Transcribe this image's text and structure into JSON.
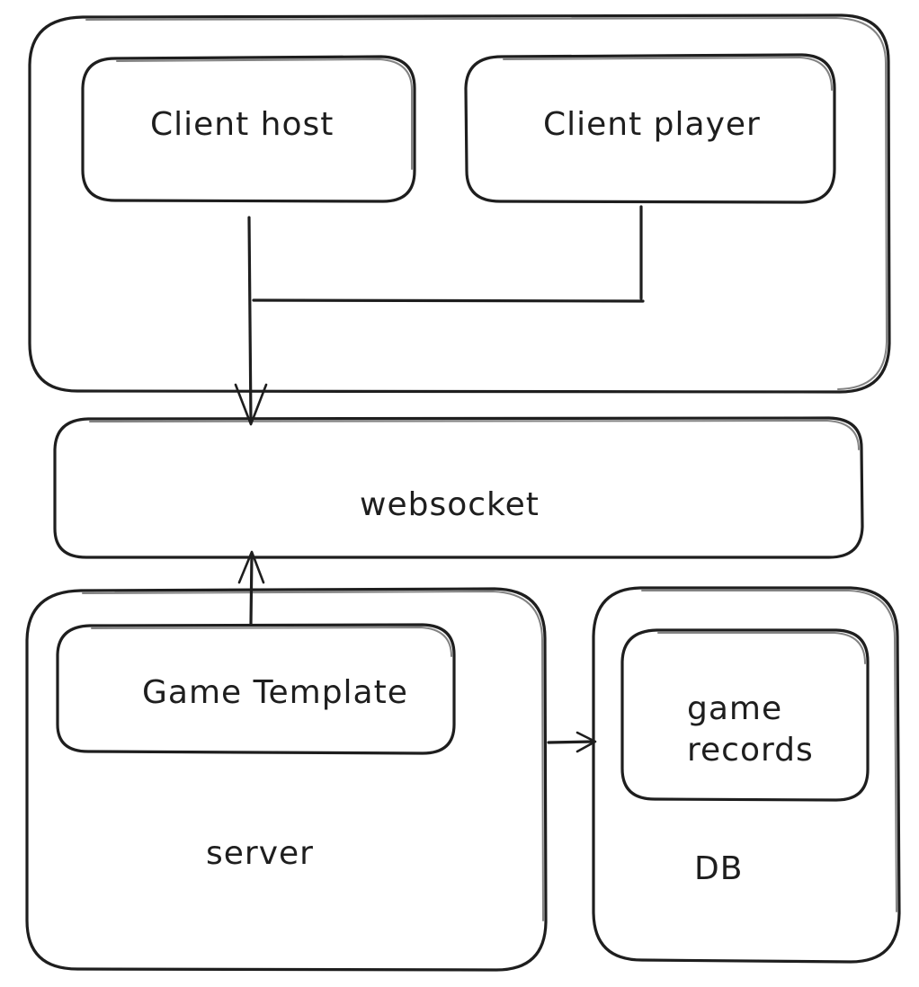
{
  "nodes": {
    "client_host": {
      "label": "Client host"
    },
    "client_player": {
      "label": "Client player"
    },
    "websocket": {
      "label": "websocket"
    },
    "game_template": {
      "label": "Game Template"
    },
    "server": {
      "label": "server"
    },
    "game_records": {
      "lines": [
        "game",
        "records"
      ]
    },
    "db": {
      "label": "DB"
    }
  },
  "edges": [
    {
      "from": "client_host",
      "to": "websocket",
      "arrow": true
    },
    {
      "from": "client_player",
      "to": "client_host",
      "arrow": false
    },
    {
      "from": "game_template",
      "to": "websocket",
      "arrow": true
    },
    {
      "from": "server",
      "to": "db",
      "arrow": true
    }
  ],
  "colors": {
    "stroke": "#1e1e1e",
    "background": "#ffffff"
  }
}
